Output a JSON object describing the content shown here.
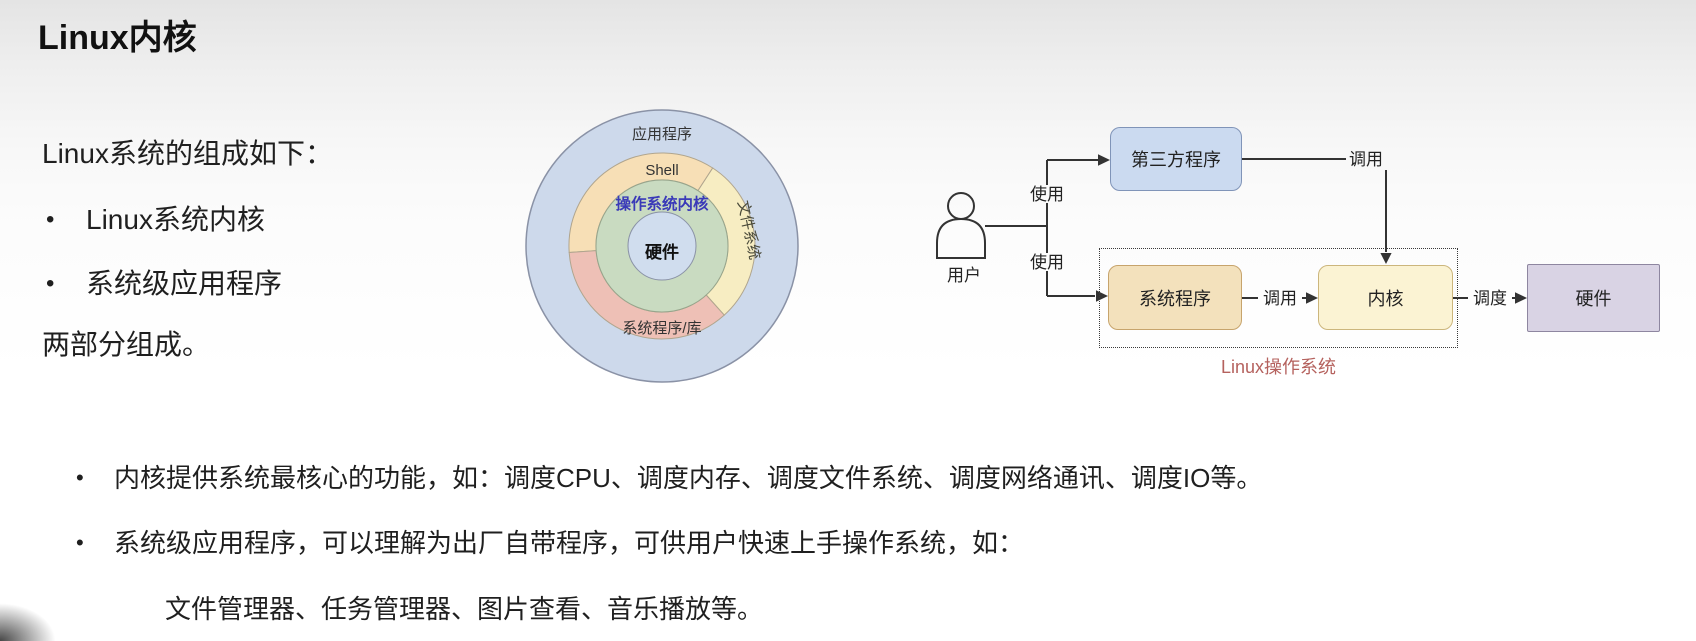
{
  "page": {
    "title": "Linux内核"
  },
  "intro": {
    "heading": "Linux系统的组成如下：",
    "items": [
      {
        "bullet": "•",
        "text": "Linux系统内核"
      },
      {
        "bullet": "•",
        "text": "系统级应用程序"
      }
    ],
    "footer": "两部分组成。"
  },
  "ring_diagram": {
    "outer_label": "应用程序",
    "shell_label": "Shell",
    "file_system_label": "文件系统",
    "system_programs_label": "系统程序/库",
    "kernel_label": "操作系统内核",
    "center_label": "硬件",
    "colors": {
      "outer_ring": "#cdd9eb",
      "shell": "#f7dfb6",
      "file_system": "#f7edc2",
      "system_programs": "#eec0b6",
      "kernel_ring": "#c9dbc1",
      "center": "#d0ddee",
      "kernel_text": "#3a3ab8"
    }
  },
  "flow_diagram": {
    "user_label": "用户",
    "edge_labels": {
      "use_top": "使用",
      "use_bottom": "使用",
      "call_top": "调用",
      "call_mid": "调用",
      "schedule": "调度"
    },
    "boxes": {
      "third_party": "第三方程序",
      "system_program": "系统程序",
      "kernel": "内核",
      "hardware": "硬件"
    },
    "group_label": "Linux操作系统",
    "colors": {
      "third_party_fill": "#cbdaf0",
      "third_party_border": "#8094b8",
      "system_program_fill": "#f3e1bc",
      "system_program_border": "#c7a46c",
      "kernel_fill": "#fbf3d3",
      "kernel_border": "#ccb67c",
      "hardware_fill": "#d9d3e4",
      "hardware_border": "#8e86a0",
      "group_label_color": "#b5625e",
      "line_color": "#333333"
    }
  },
  "notes": {
    "bullets": [
      {
        "bullet": "•",
        "text": "内核提供系统最核心的功能，如：调度CPU、调度内存、调度文件系统、调度网络通讯、调度IO等。"
      },
      {
        "bullet": "•",
        "text": "系统级应用程序，可以理解为出厂自带程序，可供用户快速上手操作系统，如："
      }
    ],
    "continuation": "文件管理器、任务管理器、图片查看、音乐播放等。"
  }
}
